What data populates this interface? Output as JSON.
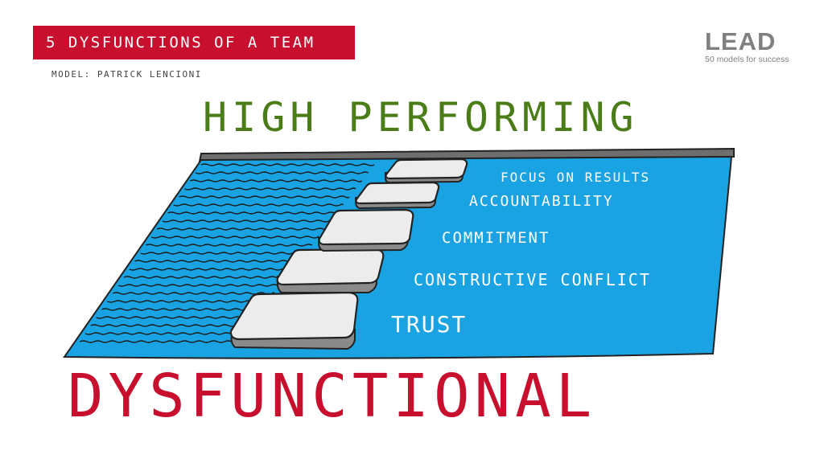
{
  "header": {
    "title": "5 DYSFUNCTIONS OF A TEAM",
    "subtitle": "MODEL: PATRICK LENCIONI"
  },
  "brand": {
    "name": "LEAD",
    "tagline": "50 models for success"
  },
  "diagram": {
    "top_label": "HIGH PERFORMING",
    "bottom_label": "DYSFUNCTIONAL",
    "levels": [
      {
        "label": "FOCUS ON RESULTS"
      },
      {
        "label": "ACCOUNTABILITY"
      },
      {
        "label": "COMMITMENT"
      },
      {
        "label": "CONSTRUCTIVE CONFLICT"
      },
      {
        "label": "TRUST"
      }
    ]
  },
  "colors": {
    "banner": "#c8102e",
    "water": "#1aa3e2",
    "high_performing": "#4a7d18",
    "dysfunctional": "#c8102e",
    "stone_top": "#ececec",
    "stone_side": "#8a8a8a"
  }
}
